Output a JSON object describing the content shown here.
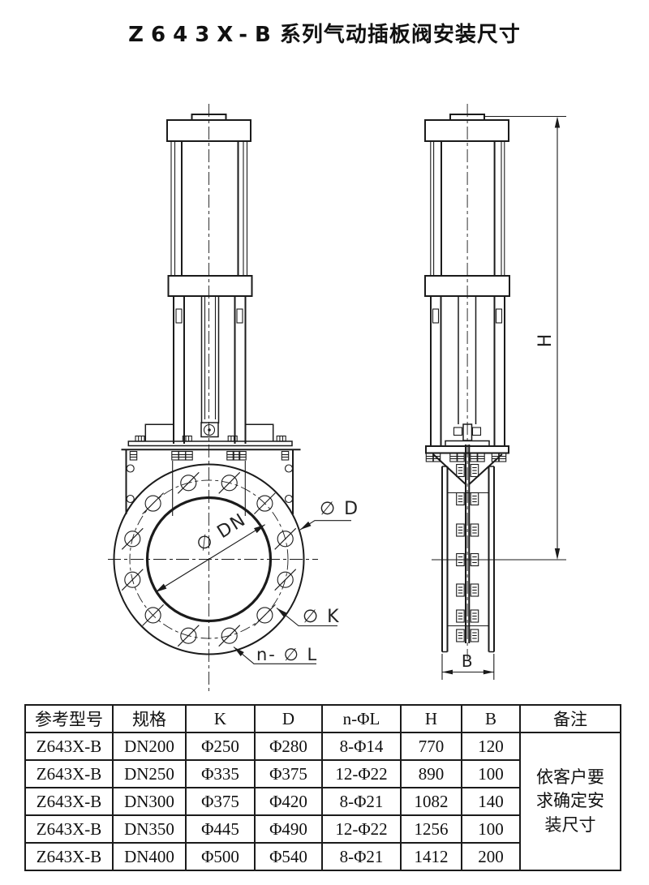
{
  "title": {
    "code": "Z643X-B",
    "rest": "系列气动插板阀安装尺寸"
  },
  "drawing": {
    "labels": {
      "bore_diameter": "∅ DN",
      "outer_diameter": "∅ D",
      "bolt_circle": "∅ K",
      "bolt_holes": "n- ∅ L",
      "height": "H",
      "width": "B"
    }
  },
  "table": {
    "headers": [
      "参考型号",
      "规格",
      "K",
      "D",
      "n-ΦL",
      "H",
      "B",
      "备注"
    ],
    "rows": [
      [
        "Z643X-B",
        "DN200",
        "Φ250",
        "Φ280",
        "8-Φ14",
        "770",
        "120"
      ],
      [
        "Z643X-B",
        "DN250",
        "Φ335",
        "Φ375",
        "12-Φ22",
        "890",
        "100"
      ],
      [
        "Z643X-B",
        "DN300",
        "Φ375",
        "Φ420",
        "8-Φ21",
        "1082",
        "140"
      ],
      [
        "Z643X-B",
        "DN350",
        "Φ445",
        "Φ490",
        "12-Φ22",
        "1256",
        "100"
      ],
      [
        "Z643X-B",
        "DN400",
        "Φ500",
        "Φ540",
        "8-Φ21",
        "1412",
        "200"
      ]
    ],
    "remark": "依客户要求确定安装尺寸"
  },
  "colors": {
    "line": "#1b1b1b",
    "background": "#ffffff"
  }
}
